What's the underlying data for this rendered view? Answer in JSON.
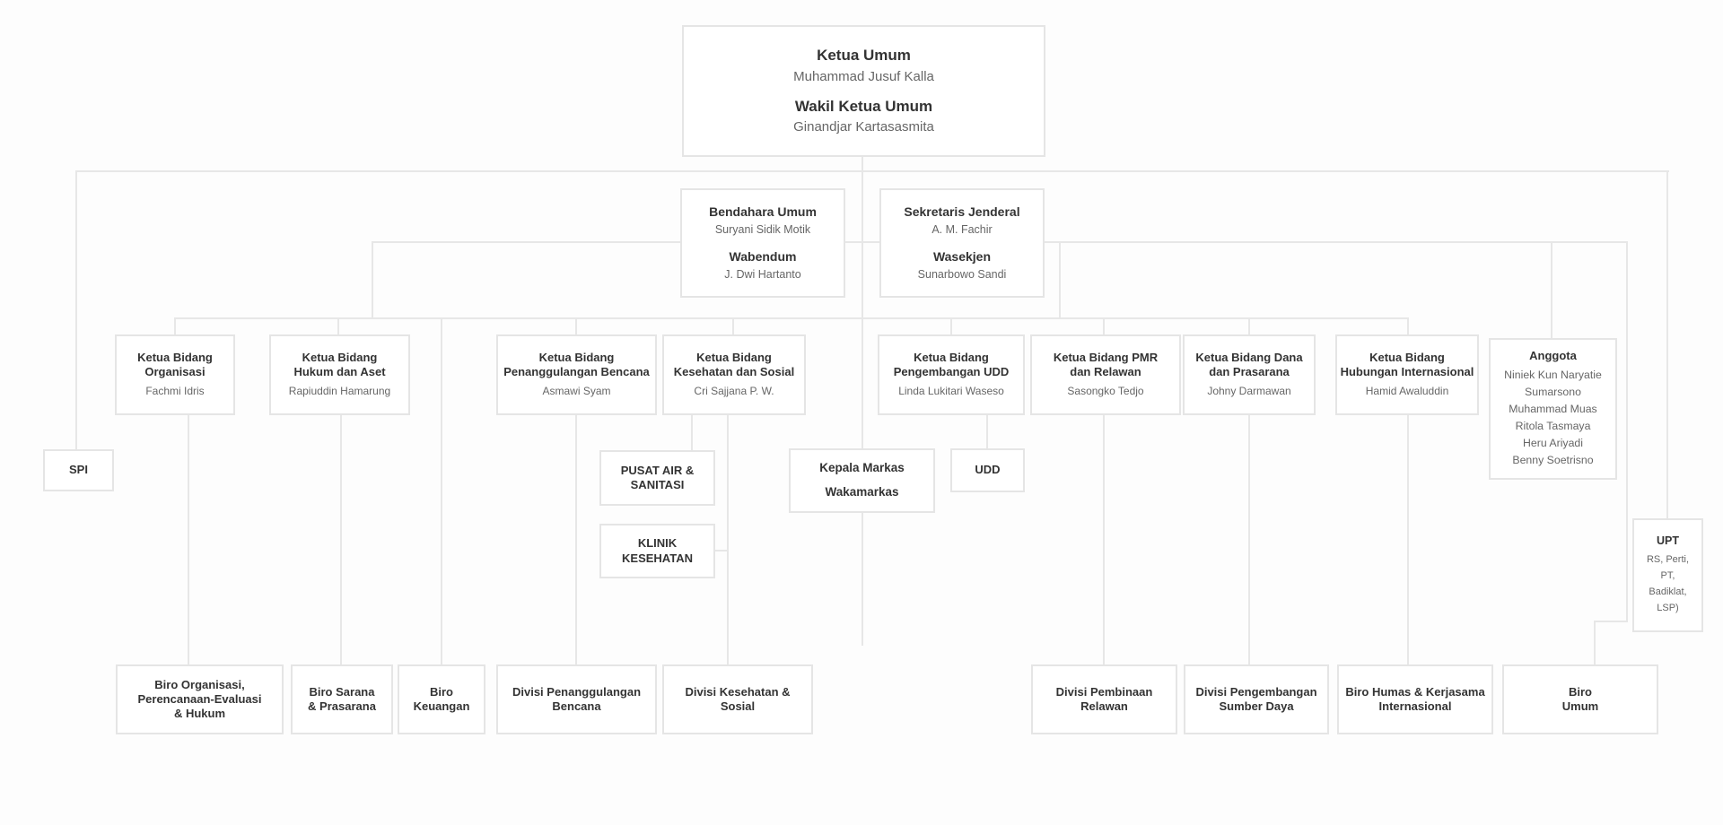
{
  "org": {
    "leadership": {
      "title1": "Ketua Umum",
      "name1": "Muhammad Jusuf Kalla",
      "title2": "Wakil Ketua Umum",
      "name2": "Ginandjar Kartasasmita"
    },
    "bendahara": {
      "title1": "Bendahara Umum",
      "name1": "Suryani Sidik Motik",
      "title2": "Wabendum",
      "name2": "J. Dwi Hartanto"
    },
    "sekjen": {
      "title1": "Sekretaris Jenderal",
      "name1": "A. M. Fachir",
      "title2": "Wasekjen",
      "name2": "Sunarbowo Sandi"
    },
    "bidang": [
      {
        "title": "Ketua Bidang\nOrganisasi",
        "name": "Fachmi Idris"
      },
      {
        "title": "Ketua Bidang\nHukum dan Aset",
        "name": "Rapiuddin Hamarung"
      },
      {
        "title": "Ketua Bidang\nPenanggulangan Bencana",
        "name": "Asmawi Syam"
      },
      {
        "title": "Ketua Bidang\nKesehatan dan Sosial",
        "name": "Cri Sajjana P. W."
      },
      {
        "title": "Ketua Bidang\nPengembangan UDD",
        "name": "Linda Lukitari Waseso"
      },
      {
        "title": "Ketua Bidang PMR\ndan Relawan",
        "name": "Sasongko Tedjo"
      },
      {
        "title": "Ketua Bidang Dana\ndan Prasarana",
        "name": "Johny Darmawan"
      },
      {
        "title": "Ketua Bidang\nHubungan Internasional",
        "name": "Hamid Awaluddin"
      }
    ],
    "anggota": {
      "title": "Anggota",
      "members": [
        "Niniek Kun Naryatie",
        "Sumarsono",
        "Muhammad Muas",
        "Ritola Tasmaya",
        "Heru Ariyadi",
        "Benny Soetrisno"
      ]
    },
    "spi": {
      "title": "SPI"
    },
    "pusat_air": {
      "title": "PUSAT AIR &\nSANITASI"
    },
    "klinik": {
      "title": "KLINIK\nKESEHATAN"
    },
    "markas": {
      "title1": "Kepala Markas",
      "title2": "Wakamarkas"
    },
    "udd": {
      "title": "UDD"
    },
    "upt": {
      "title": "UPT",
      "lines": [
        "RS, Perti,",
        "PT,",
        "Badiklat,",
        "LSP)"
      ]
    },
    "bottom": [
      {
        "title": "Biro Organisasi,\nPerencanaan-Evaluasi\n& Hukum"
      },
      {
        "title": "Biro Sarana\n& Prasarana"
      },
      {
        "title": "Biro\nKeuangan"
      },
      {
        "title": "Divisi Penanggulangan\nBencana"
      },
      {
        "title": "Divisi Kesehatan &\nSosial"
      },
      {
        "title": "Divisi Pembinaan\nRelawan"
      },
      {
        "title": "Divisi Pengembangan\nSumber Daya"
      },
      {
        "title": "Biro Humas & Kerjasama\nInternasional"
      },
      {
        "title": "Biro\nUmum"
      }
    ]
  },
  "colors": {
    "line": "#e7e7e7",
    "box_border": "#e5e5e5",
    "title_text": "#333333",
    "name_text": "#666666",
    "background": "#fdfdfd"
  }
}
